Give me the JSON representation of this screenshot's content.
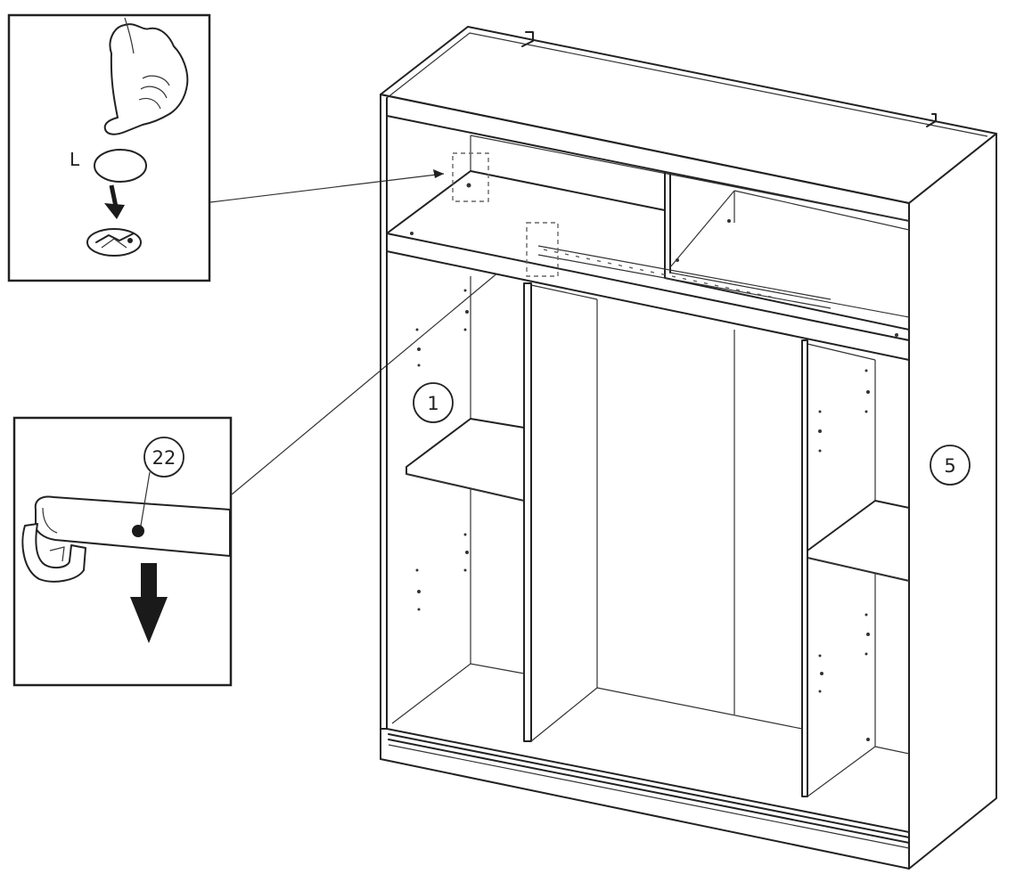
{
  "inset_top": {
    "part_letter": "L"
  },
  "inset_bottom": {
    "part_number": "22"
  },
  "wardrobe": {
    "left_panel_number": "1",
    "right_panel_number": "5"
  },
  "colors": {
    "line": "#222222",
    "background": "#ffffff",
    "arrow_fill": "#1a1a1a"
  }
}
